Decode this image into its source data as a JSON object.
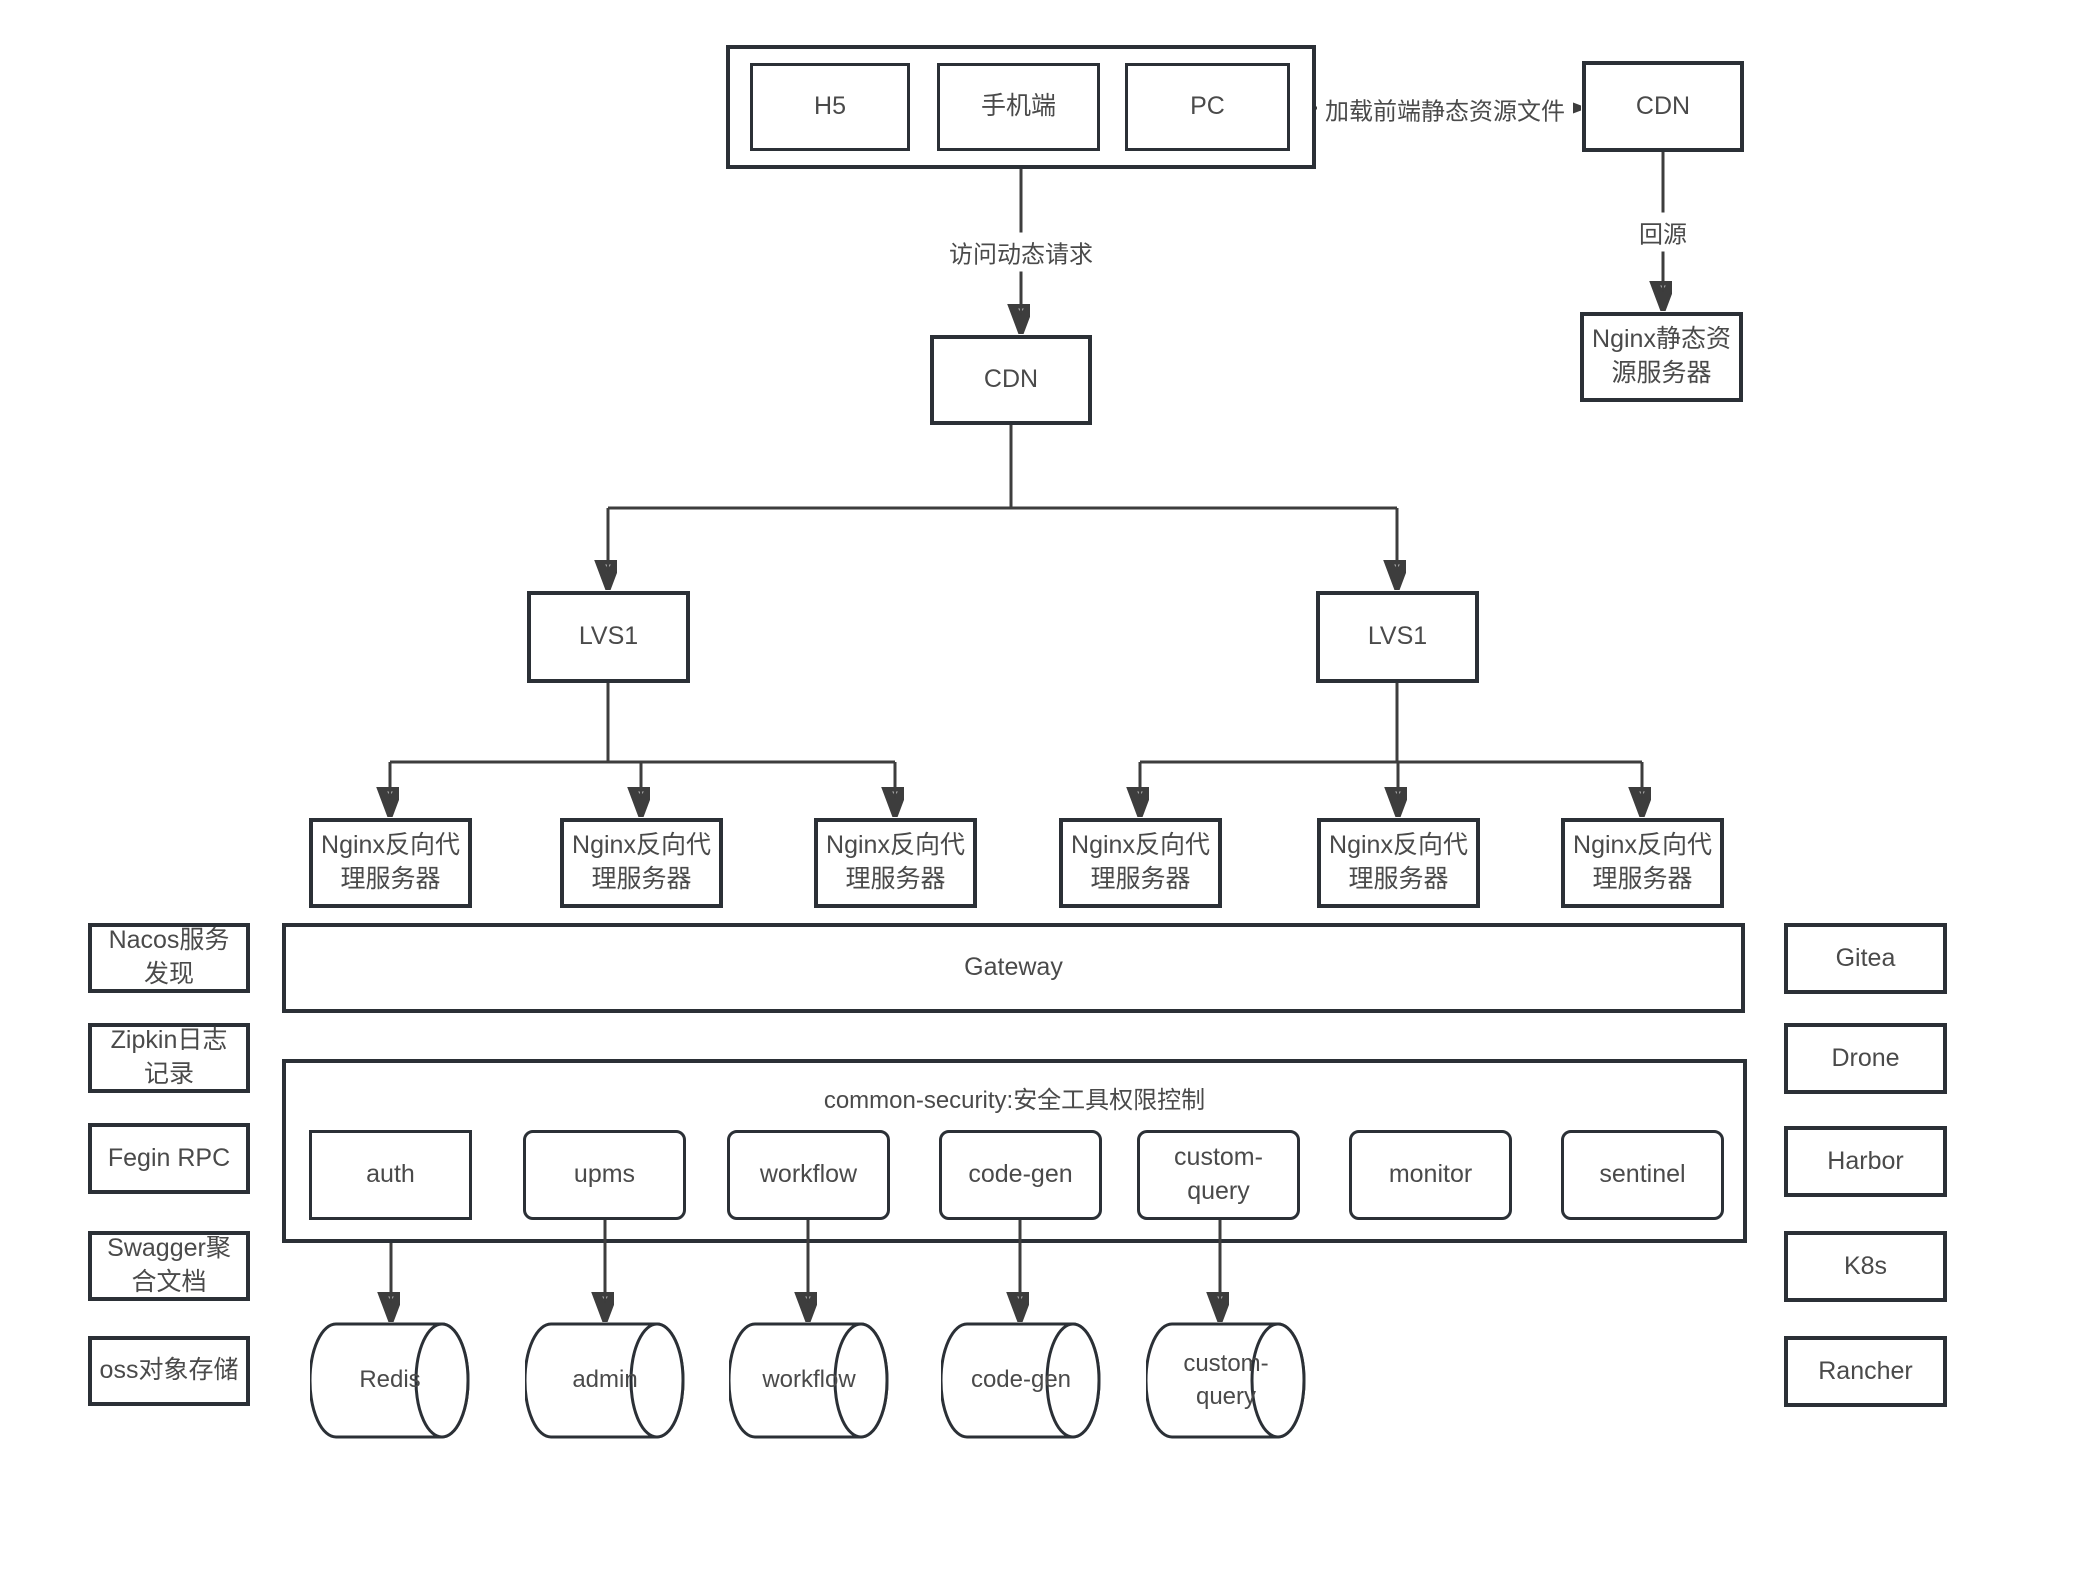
{
  "diagram": {
    "clients": [
      {
        "label": "H5"
      },
      {
        "label": "手机端"
      },
      {
        "label": "PC"
      }
    ],
    "cdn_edge": {
      "label": "CDN"
    },
    "nginx_static": {
      "label": "Nginx静态资\n源服务器"
    },
    "cdn_main": {
      "label": "CDN"
    },
    "lvs": [
      {
        "label": "LVS1"
      },
      {
        "label": "LVS1"
      }
    ],
    "nginx_proxies": [
      {
        "label": "Nginx反向代\n理服务器"
      },
      {
        "label": "Nginx反向代\n理服务器"
      },
      {
        "label": "Nginx反向代\n理服务器"
      },
      {
        "label": "Nginx反向代\n理服务器"
      },
      {
        "label": "Nginx反向代\n理服务器"
      },
      {
        "label": "Nginx反向代\n理服务器"
      }
    ],
    "gateway": {
      "label": "Gateway"
    },
    "security": {
      "title": "common-security:安全工具权限控制",
      "services": [
        {
          "label": "auth"
        },
        {
          "label": "upms"
        },
        {
          "label": "workflow"
        },
        {
          "label": "code-gen"
        },
        {
          "label": "custom-\nquery"
        },
        {
          "label": "monitor"
        },
        {
          "label": "sentinel"
        }
      ]
    },
    "databases": [
      {
        "label": "Redis"
      },
      {
        "label": "admin"
      },
      {
        "label": "workflow"
      },
      {
        "label": "code-gen"
      },
      {
        "label": "custom-\nquery"
      }
    ],
    "left_tools": [
      {
        "label": "Nacos服务\n发现"
      },
      {
        "label": "Zipkin日志\n记录"
      },
      {
        "label": "Fegin RPC"
      },
      {
        "label": "Swagger聚\n合文档"
      },
      {
        "label": "oss对象存储"
      }
    ],
    "right_tools": [
      {
        "label": "Gitea"
      },
      {
        "label": "Drone"
      },
      {
        "label": "Harbor"
      },
      {
        "label": "K8s"
      },
      {
        "label": "Rancher"
      }
    ],
    "edge_labels": {
      "load_static": "加载前端静态资源文件",
      "dynamic_request": "访问动态请求",
      "back_to_origin": "回源"
    },
    "colors": {
      "border": "#2b3036",
      "line": "#3d3d3d",
      "text": "#4a4a4a",
      "background": "#ffffff"
    }
  }
}
